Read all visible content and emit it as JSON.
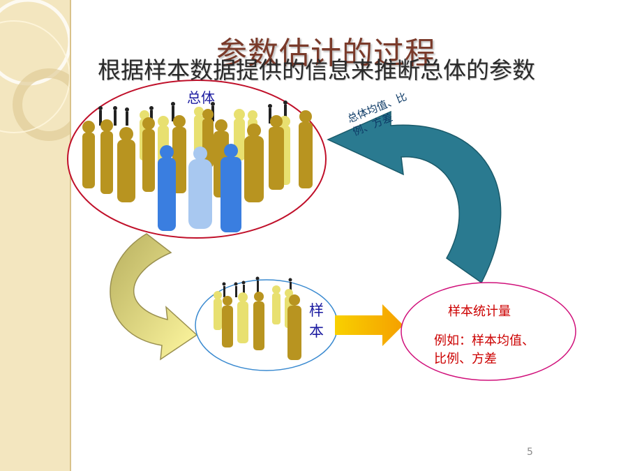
{
  "slide": {
    "title": "参数估计的过程",
    "subtitle": "根据样本数据提供的信息来推断总体的参数",
    "population_label": "总体",
    "sample_label": "样本",
    "statistic_title": "样本统计量",
    "statistic_example": "例如：样本均值、比例、方差",
    "arrow_text": "总体均值、比例、方差",
    "page_number": "5"
  },
  "colors": {
    "sidebar": "#f3e6bf",
    "title": "#7a3a2a",
    "population_ellipse": "#c0102a",
    "sample_ellipse": "#3a8ad0",
    "statistic_ellipse": "#d0107a",
    "people_gold": "#b89420",
    "people_light": "#e8e070",
    "people_blue": "#3a7ee0",
    "curved_arrow_teal": "#2a7a90",
    "arrow_orange": "#f5a800"
  }
}
